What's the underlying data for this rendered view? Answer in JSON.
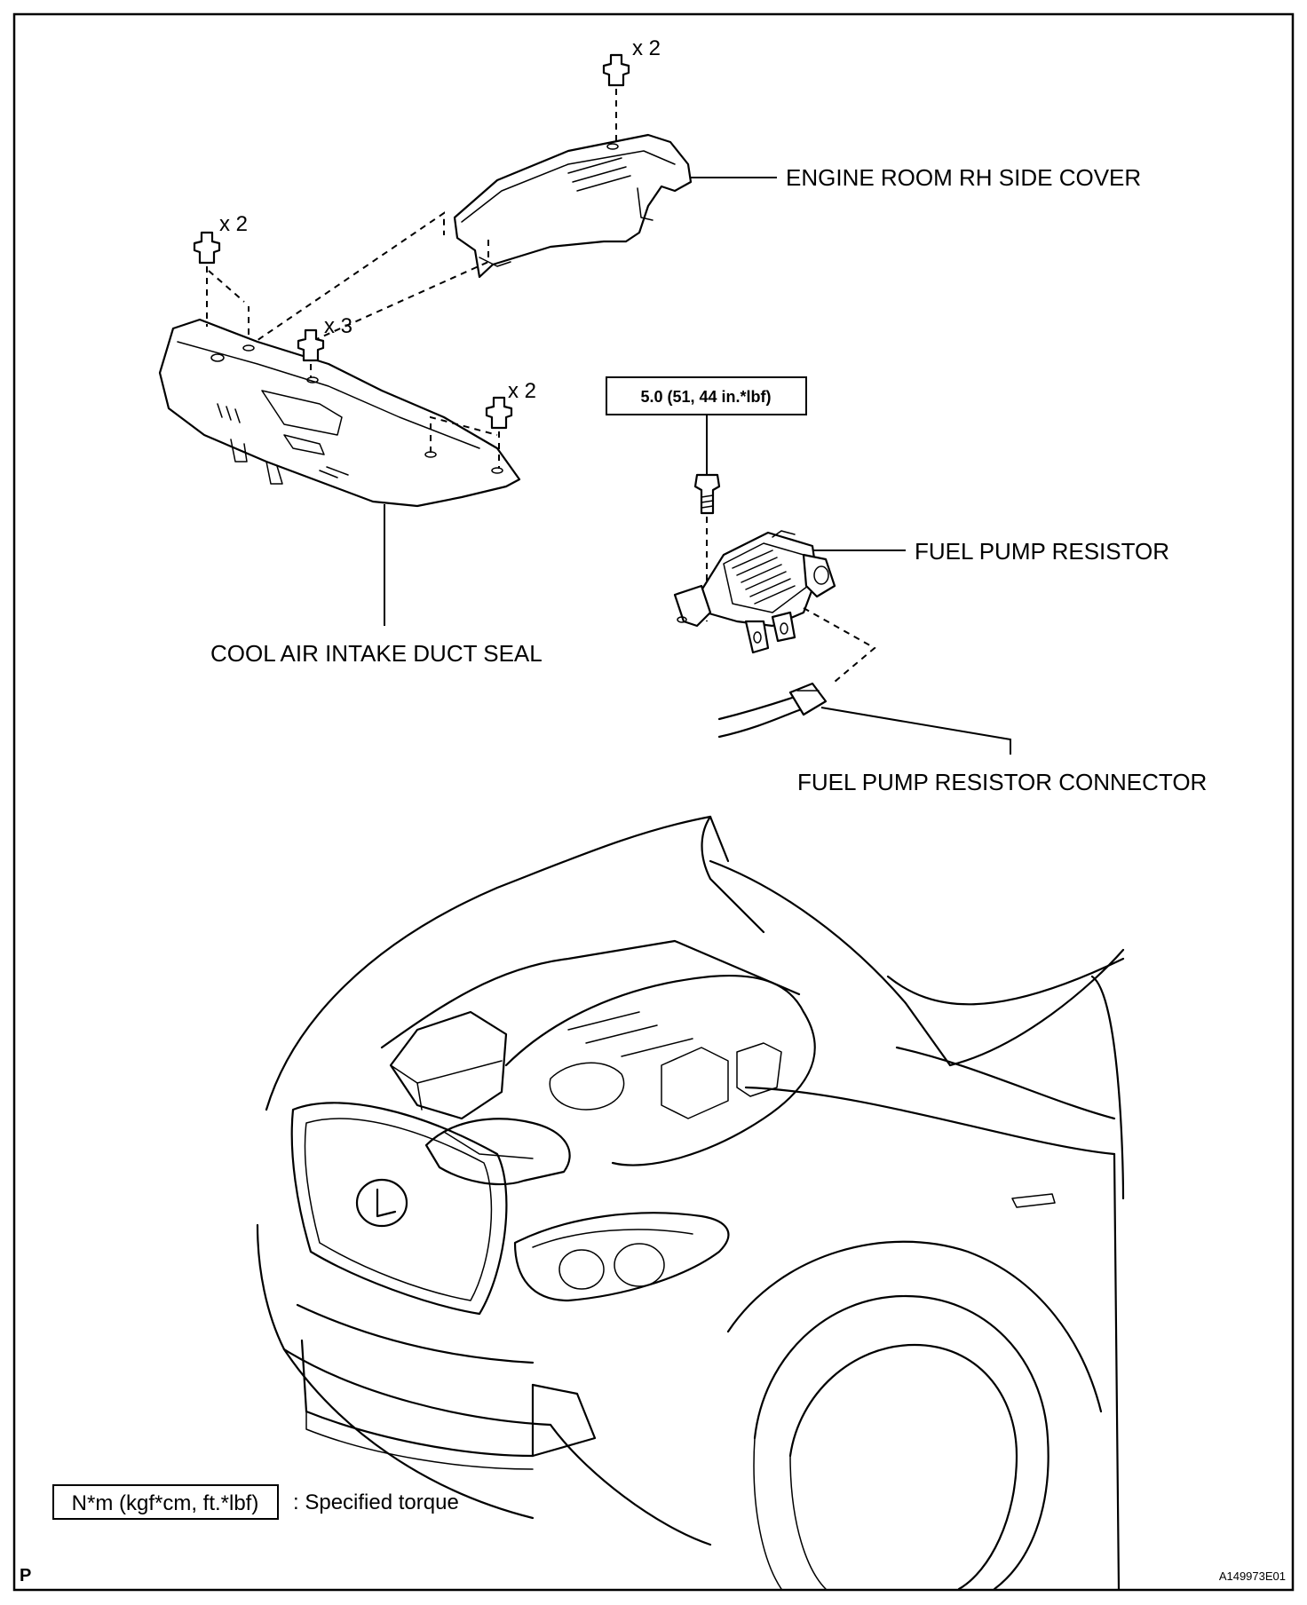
{
  "labels": {
    "rh_side_cover": "ENGINE ROOM RH SIDE COVER",
    "duct_seal": "COOL AIR INTAKE DUCT SEAL",
    "resistor": "FUEL PUMP RESISTOR",
    "connector": "FUEL PUMP RESISTOR CONNECTOR"
  },
  "quantities": {
    "cover_clips": "x 2",
    "seal_left_clips": "x 2",
    "seal_center_clips": "x 3",
    "seal_right_clips": "x 2"
  },
  "torque": {
    "value": "5.0 (51, 44 in.*lbf)"
  },
  "legend": {
    "unit_box": "N*m (kgf*cm, ft.*lbf)",
    "description": ": Specified torque"
  },
  "footer": {
    "corner_mark": "P",
    "figure_id": "A149973E01"
  }
}
